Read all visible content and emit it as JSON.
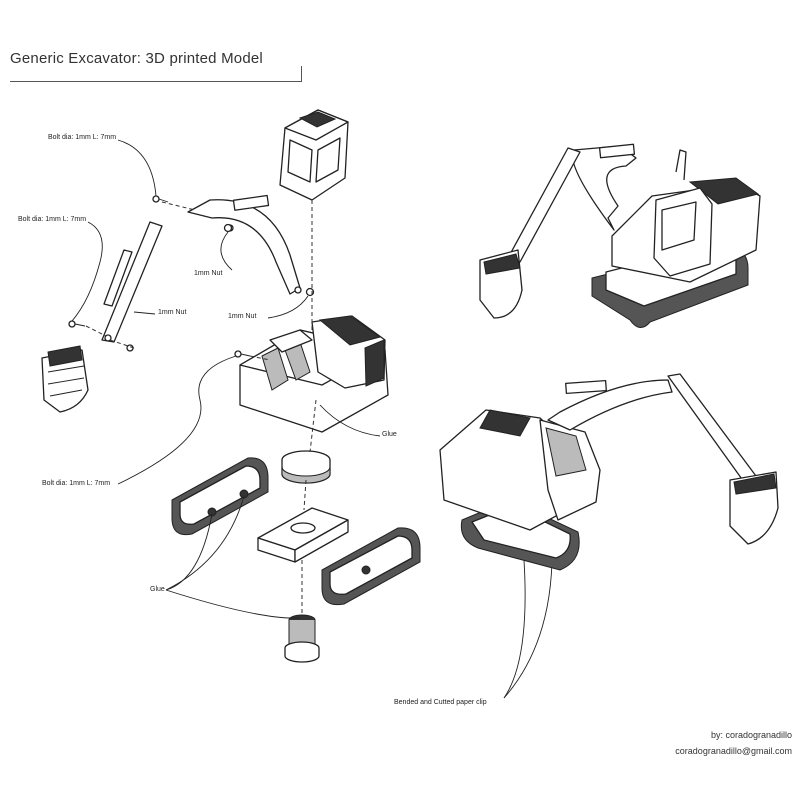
{
  "title": "Generic Excavator: 3D printed Model",
  "labels": {
    "bolt_top": "Bolt dia: 1mm L: 7mm",
    "bolt_left": "Bolt dia: 1mm L: 7mm",
    "bolt_bottom": "Bolt dia: 1mm L: 7mm",
    "nut_center": "1mm Nut",
    "nut_left": "1mm Nut",
    "nut_right": "1mm Nut",
    "glue_body": "Glue",
    "glue_tracks": "Glue",
    "paperclip": "Bended and Cutted paper clip"
  },
  "credits": {
    "author": "by: coradogranadillo",
    "email": "coradogranadillo@gmail.com"
  }
}
